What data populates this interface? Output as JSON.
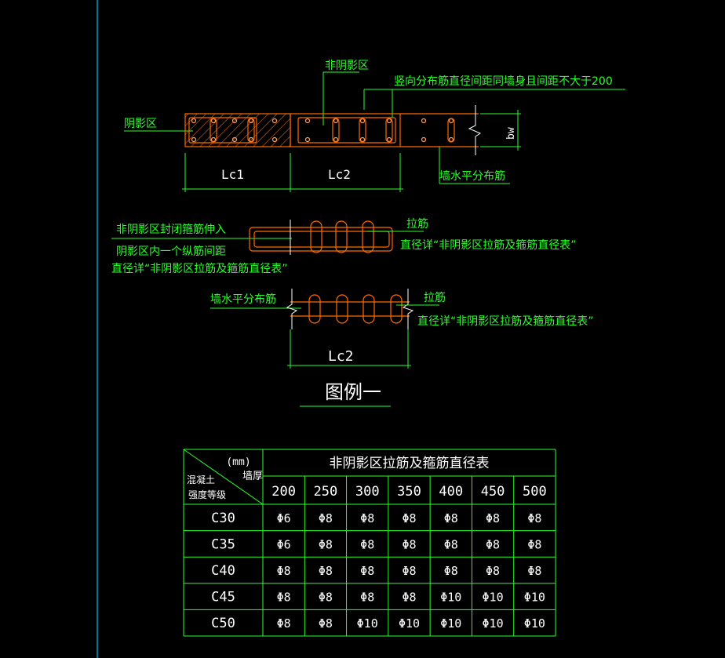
{
  "labels": {
    "non_shadow_zone": "非阴影区",
    "vertical_rebar_note": "竖向分布筋直径间距同墙身且间距不大于200",
    "shadow_zone": "阴影区",
    "bw": "bw",
    "lc1": "Lc1",
    "lc2": "Lc2",
    "wall_horizontal_rebar": "墙水平分布筋",
    "stirrup_extend_1": "非阴影区封闭箍筋伸入",
    "stirrup_extend_2": "阴影区内一个纵筋间距",
    "stirrup_extend_3": "直径详“非阴影区拉筋及箍筋直径表”",
    "tie_bar": "拉筋",
    "tie_bar_note": "直径详“非阴影区拉筋及箍筋直径表”",
    "wall_horizontal_rebar_2": "墙水平分布筋",
    "tie_bar_2": "拉筋",
    "tie_bar_note_2": "直径详“非阴影区拉筋及箍筋直径表”",
    "lc2_bottom": "Lc2",
    "legend_title": "图例一"
  },
  "table": {
    "title": "非阴影区拉筋及箍筋直径表",
    "header_unit": "(mm)",
    "header_wall": "墙厚",
    "header_concrete_1": "混凝土",
    "header_concrete_2": "强度等级",
    "columns": [
      "200",
      "250",
      "300",
      "350",
      "400",
      "450",
      "500"
    ],
    "rows": [
      {
        "grade": "C30",
        "values": [
          "Φ6",
          "Φ8",
          "Φ8",
          "Φ8",
          "Φ8",
          "Φ8",
          "Φ8"
        ]
      },
      {
        "grade": "C35",
        "values": [
          "Φ6",
          "Φ8",
          "Φ8",
          "Φ8",
          "Φ8",
          "Φ8",
          "Φ8"
        ]
      },
      {
        "grade": "C40",
        "values": [
          "Φ8",
          "Φ8",
          "Φ8",
          "Φ8",
          "Φ8",
          "Φ8",
          "Φ8"
        ]
      },
      {
        "grade": "C45",
        "values": [
          "Φ8",
          "Φ8",
          "Φ8",
          "Φ8",
          "Φ10",
          "Φ10",
          "Φ10"
        ]
      },
      {
        "grade": "C50",
        "values": [
          "Φ8",
          "Φ8",
          "Φ10",
          "Φ10",
          "Φ10",
          "Φ10",
          "Φ10"
        ]
      }
    ]
  },
  "colors": {
    "background": "#000000",
    "dimension_lines": "#2aff2a",
    "rebar": "#ff6a00",
    "hatch": "#b85a1a",
    "border_line": "#00c8ff"
  }
}
